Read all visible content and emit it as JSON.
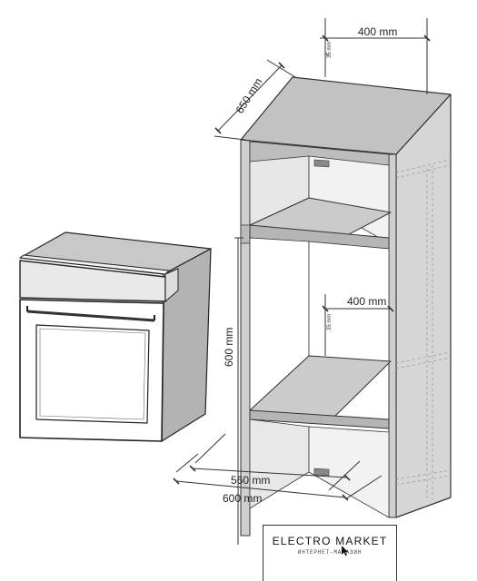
{
  "dimensions": {
    "top_width": "400 mm",
    "top_gap": "35 mm",
    "depth": "650 mm",
    "mid_width": "400 mm",
    "mid_gap": "35 mm",
    "height": "600 mm",
    "inner_width": "560 mm",
    "outer_width": "600 mm"
  },
  "logo": {
    "title": "ELECTRO MARKET",
    "subtitle": "ИНТЕРНЕТ-МАГАЗИН"
  }
}
